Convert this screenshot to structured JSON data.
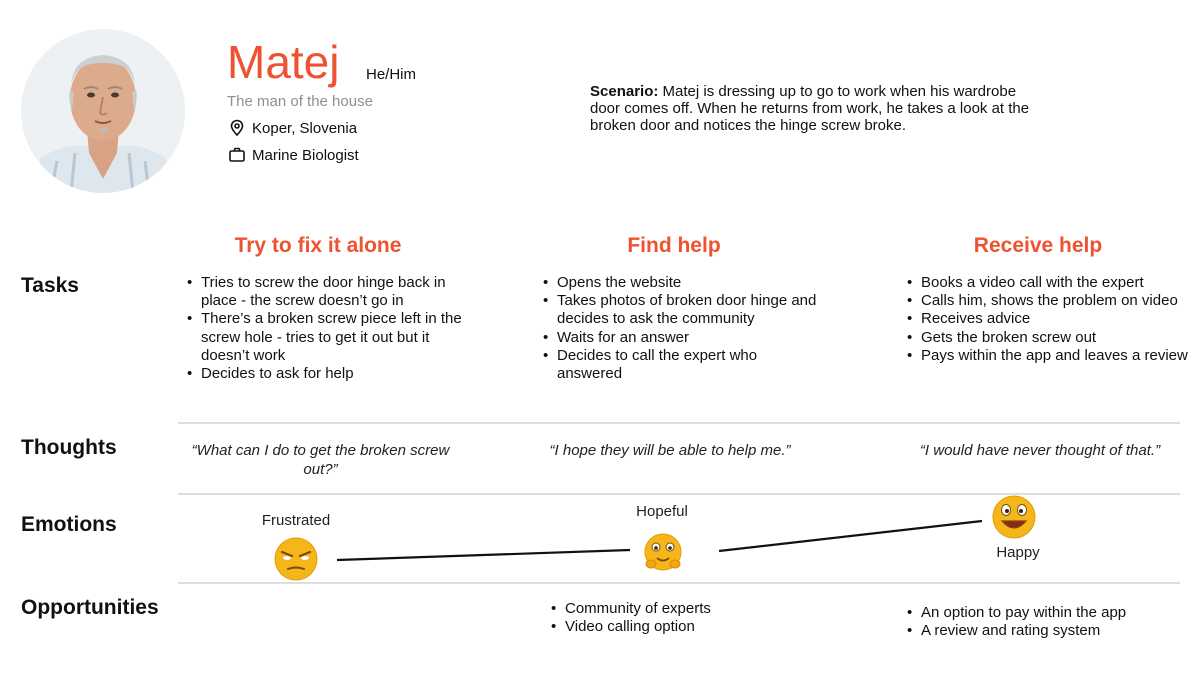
{
  "persona": {
    "name": "Matej",
    "pronouns": "He/Him",
    "role": "The man of the house",
    "location": "Koper, Slovenia",
    "occupation": "Marine Biologist"
  },
  "scenario": {
    "label": "Scenario:",
    "text": "Matej is dressing up to go to work when his wardrobe door comes off. When he returns from work, he takes a look at the broken door and notices the hinge screw broke."
  },
  "stages": [
    "Try to fix it alone",
    "Find help",
    "Receive help"
  ],
  "rows": {
    "tasks": "Tasks",
    "thoughts": "Thoughts",
    "emotions": "Emotions",
    "opportunities": "Opportunities"
  },
  "tasks": [
    [
      "Tries to screw the door hinge back in place - the screw doesn’t go in",
      "There’s a broken screw piece left in the screw hole - tries to get it out but it doesn’t work",
      "Decides to ask for help"
    ],
    [
      "Opens the website",
      "Takes photos of broken door hinge and decides to ask the community",
      "Waits for an answer",
      "Decides to call the expert who answered"
    ],
    [
      "Books a video call with the expert",
      "Calls him, shows the problem on video",
      "Receives advice",
      "Gets the broken screw out",
      "Pays within the app and leaves a review"
    ]
  ],
  "thoughts": [
    "“What can I do to get the broken screw out?”",
    "“I hope they will be able to help me.”",
    "“I would have never thought of that.”"
  ],
  "emotions": [
    {
      "label": "Frustrated",
      "level": 1
    },
    {
      "label": "Hopeful",
      "level": 2
    },
    {
      "label": "Happy",
      "level": 3
    }
  ],
  "opportunities": [
    [],
    [
      "Community of experts",
      "Video calling option"
    ],
    [
      "An option to pay within the app",
      "A review and rating system"
    ]
  ],
  "colors": {
    "accent": "#ee5230",
    "emoji": "#f5b619",
    "divider": "#dedede"
  },
  "icons": [
    "location-pin-icon",
    "briefcase-icon",
    "frustrated-emoji-icon",
    "hopeful-emoji-icon",
    "happy-emoji-icon"
  ]
}
